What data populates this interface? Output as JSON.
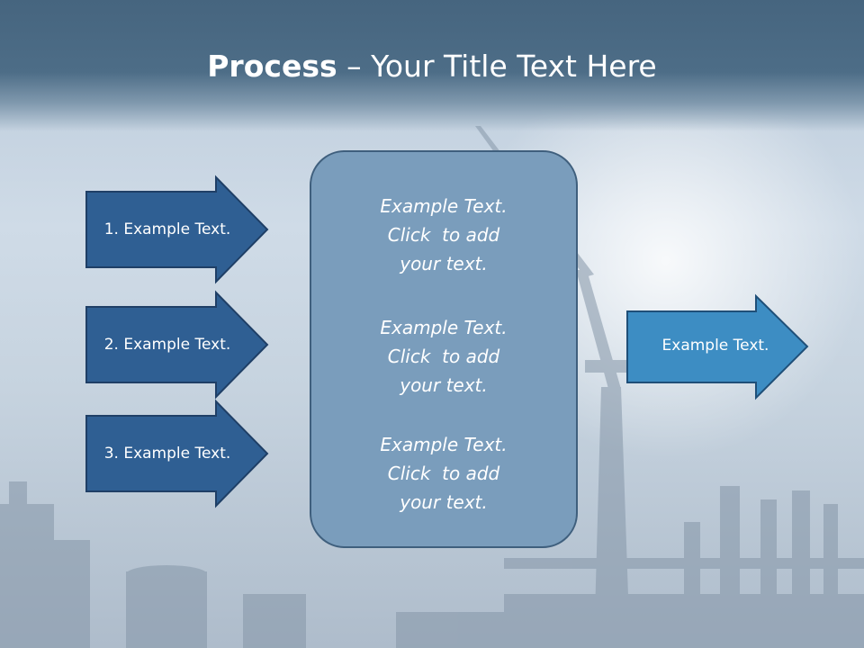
{
  "slide": {
    "title_bold": "Process",
    "title_rest": " – Your Title Text Here"
  },
  "inputs": [
    {
      "label": "1. Example Text."
    },
    {
      "label": "2. Example Text."
    },
    {
      "label": "3. Example Text."
    }
  ],
  "center": {
    "blocks": [
      {
        "lines": [
          "Example Text.",
          "Click  to add",
          "your text."
        ]
      },
      {
        "lines": [
          "Example Text.",
          "Click  to add",
          "your text."
        ]
      },
      {
        "lines": [
          "Example Text.",
          "Click  to add",
          "your text."
        ]
      }
    ]
  },
  "output": {
    "label": "Example Text."
  },
  "colors": {
    "header": "#4a6a84",
    "input_arrow_fill": "#2f5f93",
    "input_arrow_stroke": "#1f3f66",
    "output_arrow_fill": "#3d8dc3",
    "output_arrow_stroke": "#1f4f78",
    "center_box_fill": "#7a9dbc",
    "center_box_stroke": "#3f5f7d"
  }
}
